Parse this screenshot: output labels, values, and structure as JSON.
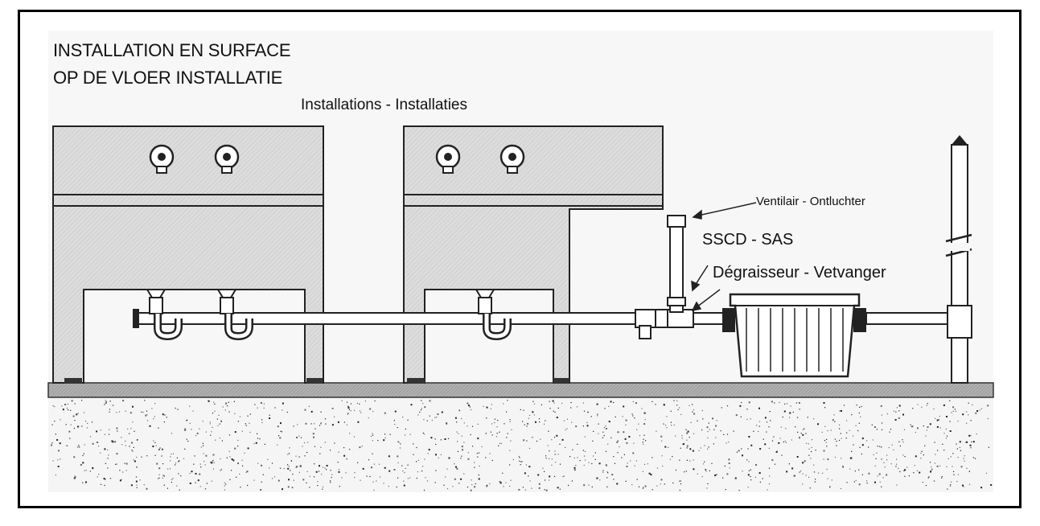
{
  "title": {
    "line1": "INSTALLATION EN SURFACE",
    "line2": "OP DE VLOER INSTALLATIE"
  },
  "labels": {
    "installations": "Installations - Installaties",
    "ventilair": "Ventilair - Ontluchter",
    "sscd": "SSCD - SAS",
    "degraisseur": "Dégraisseur - Vetvanger"
  },
  "colors": {
    "frame": "#000000",
    "fixture_fill": "#d8d8d8",
    "floor_fill": "#a9a9a9",
    "ground_fill": "#f2f2f2",
    "pipe_fill": "#ffffff",
    "line": "#111111"
  }
}
